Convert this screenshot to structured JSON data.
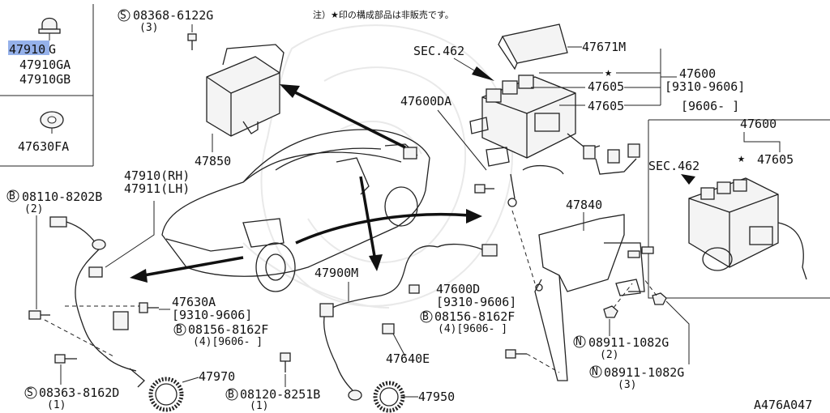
{
  "notice": "注）★印の構成部品は非販売です。",
  "star": "★",
  "figure_id": "A476A047",
  "bolt_symbols": {
    "S": "S",
    "B": "B",
    "N": "N"
  },
  "inset_top": {
    "highlight": "47910",
    "code_1_suffix": "G",
    "code_2": "47910GA",
    "code_3": "47910GB",
    "code_4": "47630FA"
  },
  "parts": {
    "bolt_08368": "08368-6122G",
    "bolt_08368_qty": "(3)",
    "p47850": "47850",
    "p47671M": "47671M",
    "sec462_a": "SEC.462",
    "p47600": "47600",
    "p47600_range": "[9310-9606]",
    "p47605_a": "47605",
    "p47605_b": "47605",
    "range_9606": "[9606-    ]",
    "p47600DA": "47600DA",
    "inset_p47600": "47600",
    "inset_sec462": "SEC.462",
    "inset_p47605": "47605",
    "p47910rh": "47910(RH)",
    "p47911lh": "47911(LH)",
    "bolt_08110": "08110-8202B",
    "bolt_08110_qty": "(2)",
    "p47840": "47840",
    "p47900M": "47900M",
    "p47600D": "47600D",
    "p47600D_range": "[9310-9606]",
    "p47630A": "47630A",
    "p47630A_range": "[9310-9606]",
    "bolt_08156_a": "08156-8162F",
    "bolt_08156_a_qty": "(4)[9606-    ]",
    "bolt_08156_b": "08156-8162F",
    "bolt_08156_b_qty": "(4)[9606-    ]",
    "p47640E": "47640E",
    "nut_08911_a": "08911-1082G",
    "nut_08911_a_qty": "(2)",
    "nut_08911_b": "08911-1082G",
    "nut_08911_b_qty": "(3)",
    "bolt_08363": "08363-8162D",
    "bolt_08363_qty": "(1)",
    "p47970": "47970",
    "bolt_08120": "08120-8251B",
    "bolt_08120_qty": "(1)",
    "p47950": "47950"
  }
}
